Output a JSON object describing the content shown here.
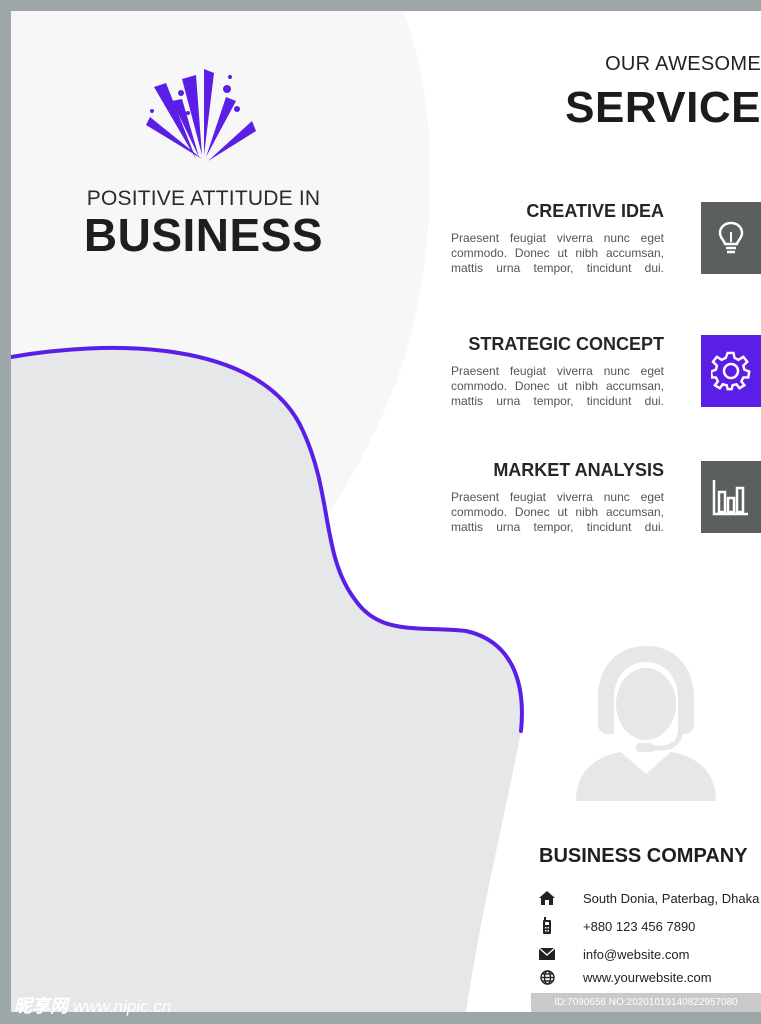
{
  "brand": {
    "tagline": "POSITIVE ATTITUDE IN",
    "title": "BUSINESS",
    "logo_icon": "burst-logo-icon"
  },
  "services": {
    "kicker": "OUR AWESOME",
    "title": "SERVICE",
    "items": [
      {
        "title": "CREATIVE IDEA",
        "text": "Praesent feugiat viverra nunc eget commodo. Donec ut nibh accumsan, mattis urna tempor, tincidunt dui.",
        "icon": "lightbulb-icon",
        "icon_bg": "#5b5f60"
      },
      {
        "title": "STRATEGIC CONCEPT",
        "text": "Praesent feugiat viverra nunc eget commodo. Donec ut nibh accumsan, mattis urna tempor, tincidunt dui.",
        "icon": "gear-icon",
        "icon_bg": "#5a1ee6"
      },
      {
        "title": "MARKET ANALYSIS",
        "text": "Praesent feugiat viverra nunc eget commodo. Donec ut nibh accumsan, mattis urna tempor, tincidunt dui.",
        "icon": "bar-chart-icon",
        "icon_bg": "#5b5f60"
      }
    ]
  },
  "company": {
    "title": "BUSINESS COMPANY",
    "support_icon": "headset-support-icon",
    "contacts": [
      {
        "icon": "home-icon",
        "text": "South Donia, Paterbag, Dhaka"
      },
      {
        "icon": "phone-icon",
        "text": "+880 123 456 7890"
      },
      {
        "icon": "envelope-icon",
        "text": "info@website.com"
      },
      {
        "icon": "globe-icon",
        "text": "www.yourwebsite.com"
      }
    ]
  },
  "watermark": {
    "site_cn": "昵享网",
    "site_url": "www.nipic.cn",
    "id_text": "ID:7090656 NO:20201019140822957080"
  },
  "colors": {
    "accent": "#5a1ee6",
    "frame": "#9ea7a7",
    "shape_light": "#f7f7f7",
    "shape_gray": "#e6e7e8",
    "icon_gray": "#5b5f60",
    "dark_text": "#1e1e1e"
  }
}
